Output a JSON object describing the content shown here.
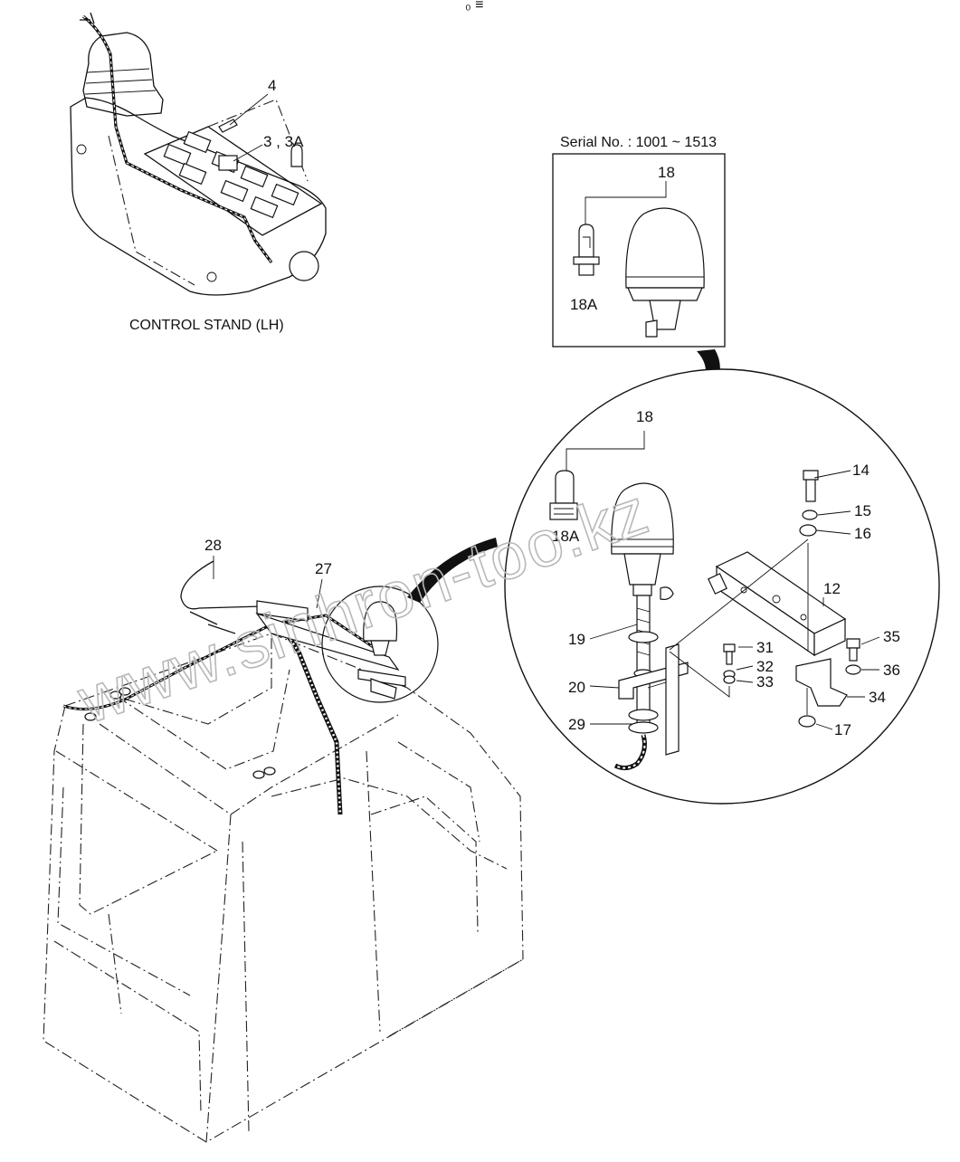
{
  "top_mark": "₀ ≡",
  "control_stand": {
    "caption": "CONTROL STAND (LH)",
    "callouts": {
      "part_4": "4",
      "part_3_3a": "3 , 3A"
    }
  },
  "serial_box": {
    "title": "Serial No. : 1001 ~ 1513",
    "callouts": {
      "part_18": "18",
      "part_18a": "18A"
    }
  },
  "detail_circle": {
    "callouts": {
      "p18": "18",
      "p18a": "18A",
      "p14": "14",
      "p15": "15",
      "p16": "16",
      "p12": "12",
      "p19": "19",
      "p31": "31",
      "p35": "35",
      "p32": "32",
      "p36": "36",
      "p33": "33",
      "p20": "20",
      "p34": "34",
      "p29": "29",
      "p17": "17"
    }
  },
  "cab": {
    "callouts": {
      "p28": "28",
      "p27": "27"
    }
  },
  "watermark": "www.sinhron-too.kz"
}
